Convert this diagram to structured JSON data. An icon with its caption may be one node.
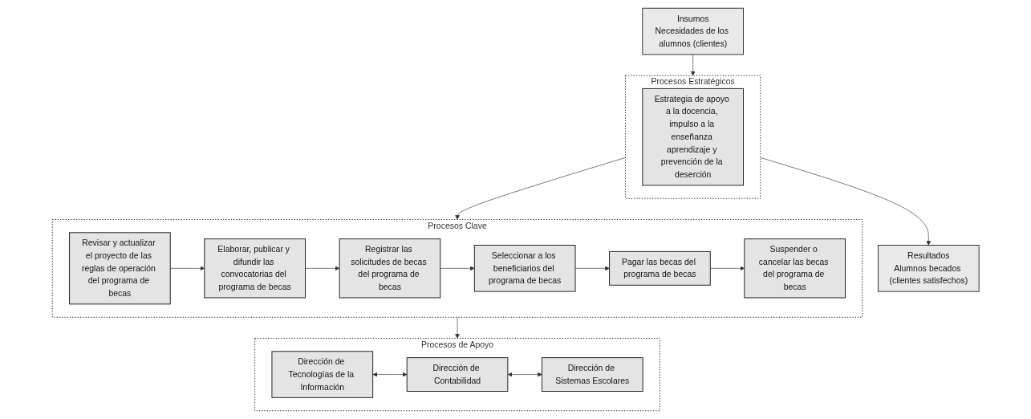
{
  "diagram": {
    "nodes": [
      {
        "text": [
          "Insumos",
          "Necesidades de los alumnos (clientes)"
        ]
      },
      {
        "text": [
          "Procesos Estratégicos"
        ]
      },
      {
        "text": [
          "Estrategia de apoyo a la docencia, impulso a la enseñanza aprendizaje y prevención de la deserción"
        ],
        "in": 1
      },
      {
        "text": [
          "Procesos Clave"
        ]
      },
      {
        "text": [
          "Revisar y actualizar el proyecto de las reglas de operación del programa de becas"
        ],
        "in": 3
      },
      {
        "text": [
          "Elaborar, publicar y difundir las convocatorias del programa de becas"
        ],
        "in": 3
      },
      {
        "text": [
          "Registrar las solicitudes de becas del programa de becas"
        ],
        "in": 3
      },
      {
        "text": [
          "Seleccionar a los beneficiarios del programa de becas"
        ],
        "in": 3
      },
      {
        "text": [
          "Pagar las becas del programa de becas"
        ],
        "in": 3
      },
      {
        "text": [
          "Suspender o cancelar las becas del programa de becas"
        ],
        "in": 3
      },
      {
        "text": [
          "Procesos de Apoyo"
        ]
      },
      {
        "text": [
          "Dirección de Tecnologías de la Información"
        ],
        "in": 10
      },
      {
        "text": [
          "Dirección de Contabilidad"
        ],
        "in": 10
      },
      {
        "text": [
          "Dirección de Sistemas Escolares"
        ],
        "in": 10
      },
      {
        "text": [
          "Resultados",
          "Alumnos becados (clientes satisfechos)"
        ]
      }
    ],
    "edges": [
      {
        "from": 0,
        "to": 1,
        "arrow": "to"
      },
      {
        "from": 1,
        "to": 14,
        "arrow": "to"
      },
      {
        "from": 1,
        "to": 3,
        "arrow": "to"
      },
      {
        "from": 4,
        "to": 5,
        "arrow": "to"
      },
      {
        "from": 5,
        "to": 6,
        "arrow": "to"
      },
      {
        "from": 6,
        "to": 7,
        "arrow": "to"
      },
      {
        "from": 7,
        "to": 8,
        "arrow": "to"
      },
      {
        "from": 8,
        "to": 9,
        "arrow": "to"
      },
      {
        "from": 3,
        "to": 10,
        "arrow": "to"
      },
      {
        "from": 11,
        "to": 12,
        "arrow": "both"
      },
      {
        "from": 12,
        "to": 13,
        "arrow": "both"
      }
    ]
  }
}
